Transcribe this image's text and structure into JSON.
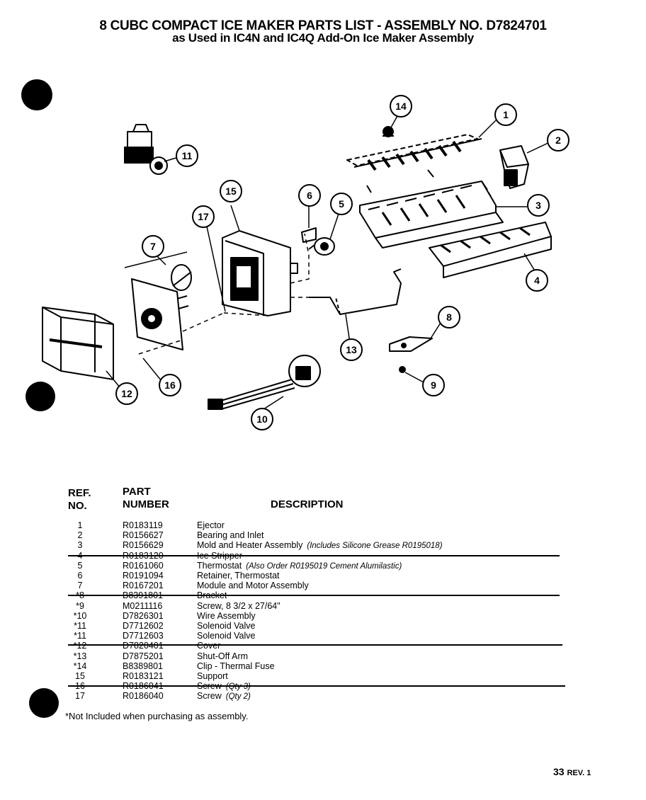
{
  "title": {
    "line1": "8 CUBC COMPACT ICE MAKER PARTS LIST - ASSEMBLY NO. D7824701",
    "line2": "as Used in IC4N and IC4Q Add-On Ice Maker Assembly"
  },
  "diagram": {
    "callouts": [
      "1",
      "2",
      "3",
      "4",
      "5",
      "6",
      "7",
      "8",
      "9",
      "10",
      "11",
      "12",
      "13",
      "14",
      "15",
      "16",
      "17"
    ]
  },
  "table": {
    "headers": {
      "ref_line1": "REF.",
      "ref_line2": "NO.",
      "part_line1": "PART",
      "part_line2": "NUMBER",
      "description": "DESCRIPTION"
    },
    "rows": [
      {
        "ref": "1",
        "part": "R0183119",
        "desc": "Ejector",
        "note": ""
      },
      {
        "ref": "2",
        "part": "R0156627",
        "desc": "Bearing and Inlet",
        "note": ""
      },
      {
        "ref": "3",
        "part": "R0156629",
        "desc": "Mold and Heater Assembly",
        "note": "(Includes Silicone Grease R0195018)"
      },
      {
        "ref": "4",
        "part": "R0183120",
        "desc": "Ice Stripper",
        "note": ""
      },
      {
        "ref": "5",
        "part": "R0161060",
        "desc": "Thermostat",
        "note": "(Also Order R0195019 Cement Alumilastic)"
      },
      {
        "ref": "6",
        "part": "R0191094",
        "desc": "Retainer, Thermostat",
        "note": ""
      },
      {
        "ref": "7",
        "part": "R0167201",
        "desc": "Module and Motor Assembly",
        "note": ""
      },
      {
        "ref": "*8",
        "part": "B8391801",
        "desc": "Bracket",
        "note": ""
      },
      {
        "ref": "*9",
        "part": "M0211116",
        "desc": "Screw, 8 3/2 x 27/64\"",
        "note": ""
      },
      {
        "ref": "*10",
        "part": "D7826301",
        "desc": "Wire Assembly",
        "note": ""
      },
      {
        "ref": "*11",
        "part": "D7712602",
        "desc": "Solenoid Valve",
        "note": ""
      },
      {
        "ref": "*11",
        "part": "D7712603",
        "desc": "Solenoid Valve",
        "note": ""
      },
      {
        "ref": "*12",
        "part": "D7820401",
        "desc": "Cover",
        "note": ""
      },
      {
        "ref": "*13",
        "part": "D7875201",
        "desc": "Shut-Off Arm",
        "note": ""
      },
      {
        "ref": "*14",
        "part": "B8389801",
        "desc": "Clip - Thermal Fuse",
        "note": ""
      },
      {
        "ref": "15",
        "part": "R0183121",
        "desc": "Support",
        "note": ""
      },
      {
        "ref": "16",
        "part": "R0186041",
        "desc": "Screw",
        "note": "(Qty 3)"
      },
      {
        "ref": "17",
        "part": "R0186040",
        "desc": "Screw",
        "note": "(Qty 2)"
      }
    ]
  },
  "footnote": "*Not Included when purchasing as assembly.",
  "page": {
    "number": "33",
    "rev": "REV. 1"
  }
}
